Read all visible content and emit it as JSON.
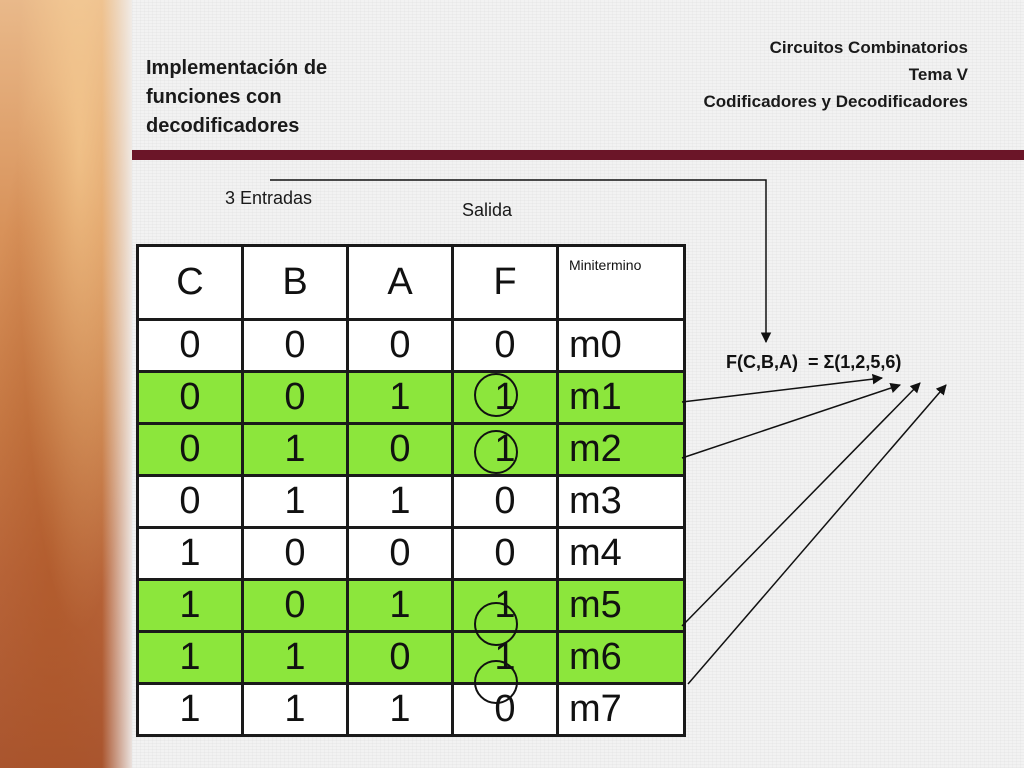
{
  "header": {
    "left_title_lines": [
      "Implementación de",
      "funciones con",
      "decodificadores"
    ],
    "right_title_lines": [
      "Circuitos Combinatorios",
      "Tema V",
      "Codificadores y Decodificadores"
    ]
  },
  "labels": {
    "inputs": "3 Entradas",
    "output": "Salida"
  },
  "table": {
    "headers": [
      "C",
      "B",
      "A",
      "F",
      "Minitermino"
    ],
    "rows": [
      {
        "cells": [
          "0",
          "0",
          "0",
          "0",
          "m0"
        ],
        "highlight": false
      },
      {
        "cells": [
          "0",
          "0",
          "1",
          "1",
          "m1"
        ],
        "highlight": true
      },
      {
        "cells": [
          "0",
          "1",
          "0",
          "1",
          "m2"
        ],
        "highlight": true
      },
      {
        "cells": [
          "0",
          "1",
          "1",
          "0",
          "m3"
        ],
        "highlight": false
      },
      {
        "cells": [
          "1",
          "0",
          "0",
          "0",
          "m4"
        ],
        "highlight": false
      },
      {
        "cells": [
          "1",
          "0",
          "1",
          "1",
          "m5"
        ],
        "highlight": true
      },
      {
        "cells": [
          "1",
          "1",
          "0",
          "1",
          "m6"
        ],
        "highlight": true
      },
      {
        "cells": [
          "1",
          "1",
          "1",
          "0",
          "m7"
        ],
        "highlight": false
      }
    ],
    "highlight_color": "#8ce63c"
  },
  "formula": {
    "lhs": "F(C,B,A)",
    "rhs": "= Σ(1,2,5,6)"
  },
  "colors": {
    "header_bar": "#6b1528"
  }
}
